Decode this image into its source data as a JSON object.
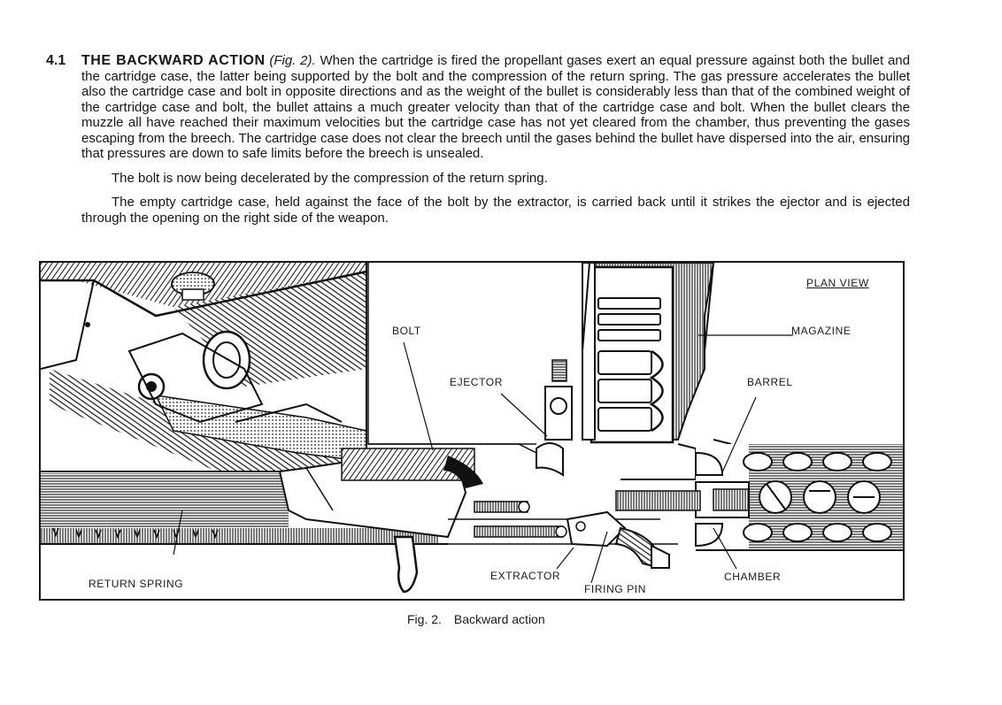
{
  "section": {
    "number": "4.1",
    "heading": "THE BACKWARD ACTION",
    "fig_ref": "(Fig. 2).",
    "paragraph1_body": "When the cartridge is fired the propellant gases exert an equal pressure against both the bullet and the cartridge case, the latter being supported by the bolt and the compression of the return spring. The gas pressure accelerates the bullet also the cartridge case and bolt in opposite directions and as the weight of the bullet is considerably less than that of the combined weight of the cartridge case and bolt, the bullet attains a much greater velocity than that of the cartridge case and bolt. When the bullet clears the muzzle all have reached their maximum velocities but the cartridge case has not yet cleared from the chamber, thus preventing the gases escaping from the breech. The cartridge case does not clear the breech until the gases behind the bullet have dispersed into the air, ensuring that pressures are down to safe limits before the breech is unsealed.",
    "paragraph2": "The bolt is now being decelerated by the compression of the return spring.",
    "paragraph3": "The empty cartridge case, held against the face of the bolt by the extractor, is carried back until it strikes the ejector and is ejected through the opening on the right side of the weapon."
  },
  "figure": {
    "labels": {
      "plan_view": "PLAN VIEW",
      "bolt": "BOLT",
      "magazine": "MAGAZINE",
      "ejector": "EJECTOR",
      "barrel": "BARREL",
      "return_spring": "RETURN SPRING",
      "extractor": "EXTRACTOR",
      "firing_pin": "FIRING PIN",
      "chamber": "CHAMBER"
    },
    "caption_number": "Fig. 2.",
    "caption_text": "Backward action"
  }
}
